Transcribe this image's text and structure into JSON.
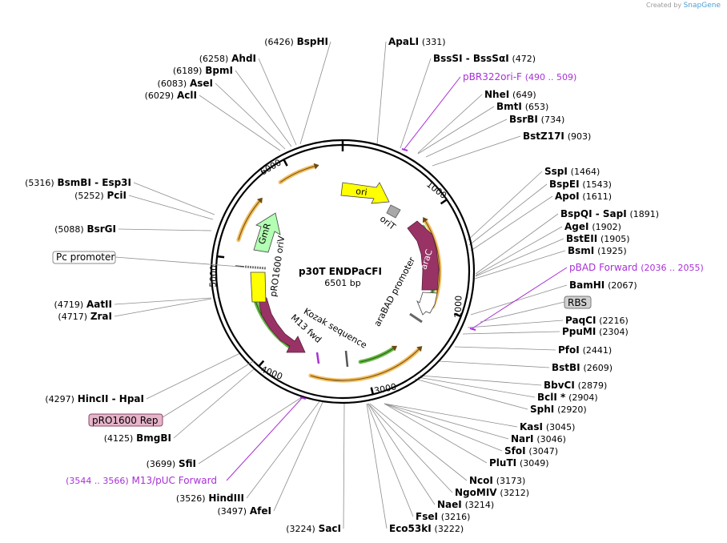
{
  "credit": {
    "created_by": "Created by",
    "brand": "SnapGene"
  },
  "plasmid": {
    "name": "p30T ENDPaCFI",
    "size_label": "6501 bp",
    "length": 6501
  },
  "ticks": [
    "1000",
    "2000",
    "3000",
    "4000",
    "5000",
    "6000"
  ],
  "sites": [
    {
      "name": "BspHI",
      "pos": "(6426)"
    },
    {
      "name": "AhdI",
      "pos": "(6258)"
    },
    {
      "name": "BpmI",
      "pos": "(6189)"
    },
    {
      "name": "AseI",
      "pos": "(6083)"
    },
    {
      "name": "AclI",
      "pos": "(6029)"
    },
    {
      "name": "BsmBI - Esp3I",
      "pos": "(5316)"
    },
    {
      "name": "PciI",
      "pos": "(5252)"
    },
    {
      "name": "BsrGI",
      "pos": "(5088)"
    },
    {
      "name": "AatII",
      "pos": "(4719)"
    },
    {
      "name": "ZraI",
      "pos": "(4717)"
    },
    {
      "name": "HincII - HpaI",
      "pos": "(4297)"
    },
    {
      "name": "BmgBI",
      "pos": "(4125)"
    },
    {
      "name": "SfiI",
      "pos": "(3699)"
    },
    {
      "name": "HindIII",
      "pos": "(3526)"
    },
    {
      "name": "AfeI",
      "pos": "(3497)"
    },
    {
      "name": "SacI",
      "pos": "(3224)"
    },
    {
      "name": "ApaLI",
      "pos": "(331)"
    },
    {
      "name": "BssSI - BssSαI",
      "pos": "(472)"
    },
    {
      "name": "NheI",
      "pos": "(649)"
    },
    {
      "name": "BmtI",
      "pos": "(653)"
    },
    {
      "name": "BsrBI",
      "pos": "(734)"
    },
    {
      "name": "BstZ17I",
      "pos": "(903)"
    },
    {
      "name": "SspI",
      "pos": "(1464)"
    },
    {
      "name": "BspEI",
      "pos": "(1543)"
    },
    {
      "name": "ApoI",
      "pos": "(1611)"
    },
    {
      "name": "BspQI - SapI",
      "pos": "(1891)"
    },
    {
      "name": "AgeI",
      "pos": "(1902)"
    },
    {
      "name": "BstEII",
      "pos": "(1905)"
    },
    {
      "name": "BsmI",
      "pos": "(1925)"
    },
    {
      "name": "BamHI",
      "pos": "(2067)"
    },
    {
      "name": "PaqCI",
      "pos": "(2216)"
    },
    {
      "name": "PpuMI",
      "pos": "(2304)"
    },
    {
      "name": "PfoI",
      "pos": "(2441)"
    },
    {
      "name": "BstBI",
      "pos": "(2609)"
    },
    {
      "name": "BbvCI",
      "pos": "(2879)"
    },
    {
      "name": "BclI *",
      "pos": "(2904)"
    },
    {
      "name": "SphI",
      "pos": "(2920)"
    },
    {
      "name": "KasI",
      "pos": "(3045)"
    },
    {
      "name": "NarI",
      "pos": "(3046)"
    },
    {
      "name": "SfoI",
      "pos": "(3047)"
    },
    {
      "name": "PluTI",
      "pos": "(3049)"
    },
    {
      "name": "NcoI",
      "pos": "(3173)"
    },
    {
      "name": "NgoMIV",
      "pos": "(3212)"
    },
    {
      "name": "NaeI",
      "pos": "(3214)"
    },
    {
      "name": "FseI",
      "pos": "(3216)"
    },
    {
      "name": "Eco53kI",
      "pos": "(3222)"
    }
  ],
  "primers": [
    {
      "name": "pBR322ori-F",
      "range": "(490 .. 509)"
    },
    {
      "name": "pBAD Forward",
      "range": "(2036 .. 2055)"
    },
    {
      "name": "M13/pUC Forward",
      "range": "(3544 .. 3566)"
    }
  ],
  "boxed_features": [
    {
      "name": "Pc promoter",
      "style": "white"
    },
    {
      "name": "RBS",
      "style": "gray"
    },
    {
      "name": "pRO1600 Rep",
      "style": "pink"
    }
  ],
  "features": [
    {
      "name": "ori",
      "color": "#ffff00"
    },
    {
      "name": "oriT",
      "color": "#a9a9a9"
    },
    {
      "name": "araC",
      "color": "#993366"
    },
    {
      "name": "araBAD promoter",
      "color": "#ffffff"
    },
    {
      "name": "Kozak sequence",
      "color": "#808080"
    },
    {
      "name": "M13 fwd",
      "color": "#993366"
    },
    {
      "name": "pRO1600 oriV",
      "color": "#ffff00"
    },
    {
      "name": "GmR",
      "color": "#b3ffb3"
    }
  ],
  "colors": {
    "primer": "#a830d6",
    "orf_band": "#f0b040",
    "green_band": "#55b030",
    "rep_box": "#e6b3c9"
  }
}
